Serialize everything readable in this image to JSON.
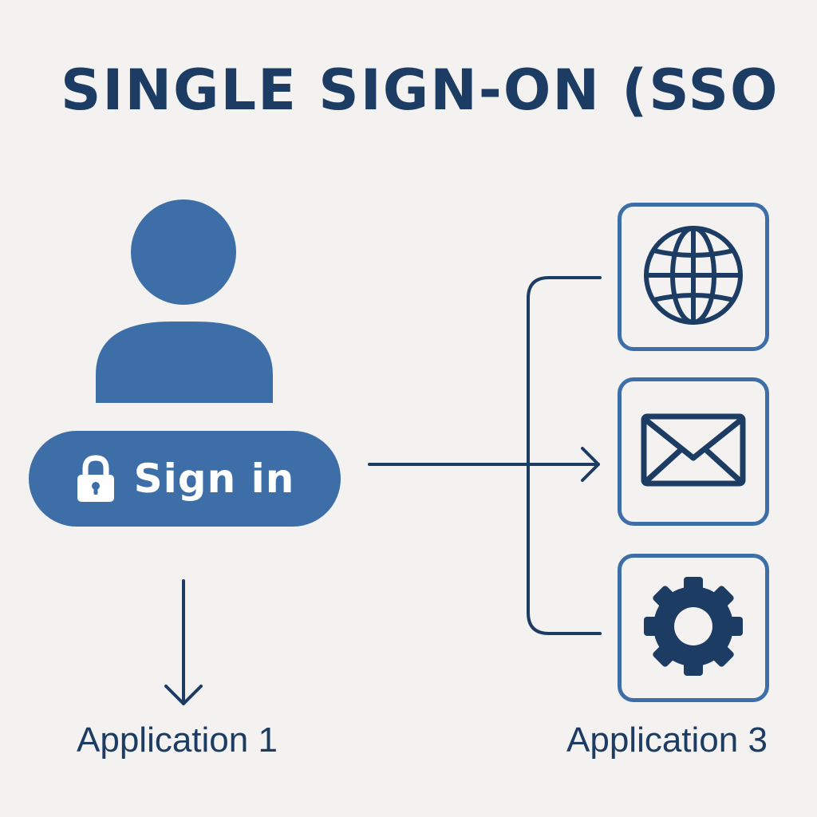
{
  "title": "SINGLE SIGN-ON (SSO",
  "sign_in": {
    "label": "Sign in",
    "icon": "lock-icon"
  },
  "apps": [
    {
      "icon": "globe-icon"
    },
    {
      "icon": "envelope-icon"
    },
    {
      "icon": "gear-icon"
    }
  ],
  "labels": {
    "left": "Application 1",
    "right": "Application 3"
  },
  "colors": {
    "dark_blue": "#1d3c63",
    "accent_blue": "#3e6ea8",
    "background": "#f3f2f0"
  }
}
